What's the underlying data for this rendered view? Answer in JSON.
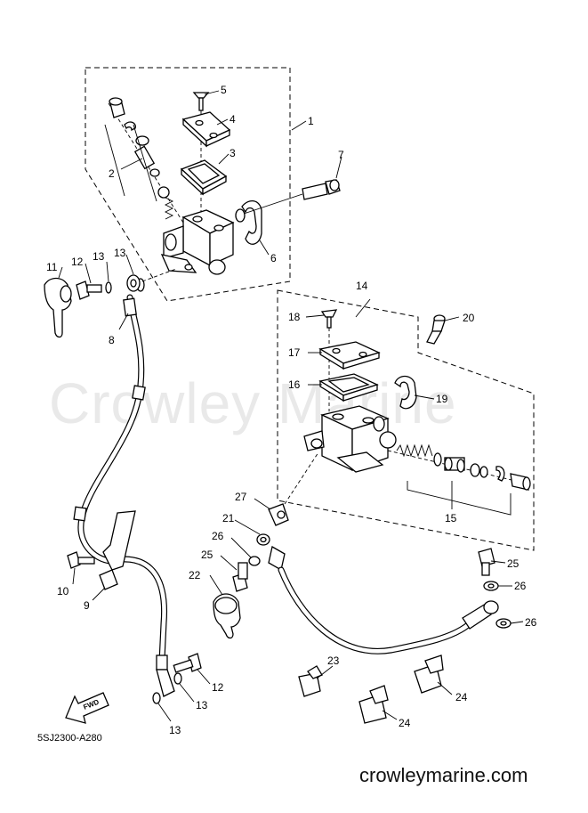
{
  "diagram": {
    "watermark": "Crowley Marine",
    "code": "5SJ2300-A280",
    "website": "crowleymarine.com",
    "fwd": "FWD",
    "labels": {
      "l1": "1",
      "l2": "2",
      "l3": "3",
      "l4": "4",
      "l5": "5",
      "l6": "6",
      "l7": "7",
      "l8": "8",
      "l9": "9",
      "l10": "10",
      "l11": "11",
      "l12a": "12",
      "l12b": "12",
      "l13a": "13",
      "l13b": "13",
      "l13c": "13",
      "l13d": "13",
      "l14": "14",
      "l15": "15",
      "l16": "16",
      "l17": "17",
      "l18": "18",
      "l19": "19",
      "l20": "20",
      "l21": "21",
      "l22": "22",
      "l23": "23",
      "l24a": "24",
      "l24b": "24",
      "l25a": "25",
      "l25b": "25",
      "l26a": "26",
      "l26b": "26",
      "l26c": "26",
      "l27": "27"
    }
  }
}
